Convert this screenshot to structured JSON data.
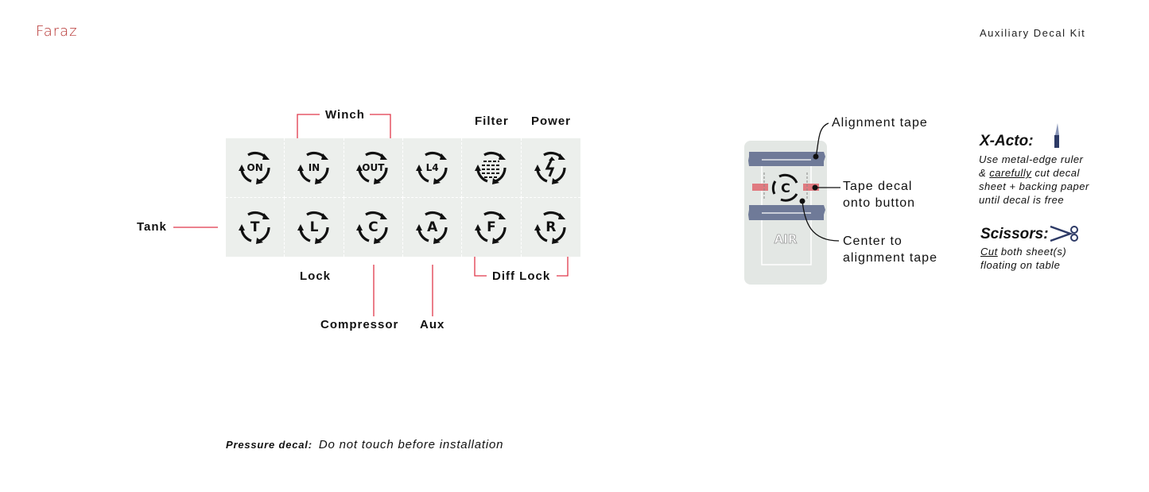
{
  "header": {
    "brand": "Faraz",
    "title": "Auxiliary Decal Kit"
  },
  "decals": [
    {
      "label": "ON"
    },
    {
      "label": "IN"
    },
    {
      "label": "OUT"
    },
    {
      "label": "L4"
    },
    {
      "label": "",
      "icon": "filter-icon"
    },
    {
      "label": "",
      "icon": "power-icon"
    },
    {
      "label": "T"
    },
    {
      "label": "L"
    },
    {
      "label": "C"
    },
    {
      "label": "A"
    },
    {
      "label": "F"
    },
    {
      "label": "R"
    }
  ],
  "callouts": {
    "winch": "Winch",
    "filter": "Filter",
    "power": "Power",
    "tank": "Tank",
    "lock": "Lock",
    "compressor": "Compressor",
    "aux": "Aux",
    "diff_lock": "Diff Lock"
  },
  "install": {
    "alignment_tape": "Alignment tape",
    "tape_decal_1": "Tape  decal",
    "tape_decal_2": "onto button",
    "center_1": "Center to",
    "center_2": "alignment tape",
    "button_label": "AIR",
    "decal_letter": "C"
  },
  "tools": {
    "xacto_title": "X-Acto:",
    "xacto_lines": [
      "Use metal-edge ruler",
      "carefully",
      "cut decal",
      "sheet + backing paper",
      "until  decal  is  free"
    ],
    "xacto_amp": "&",
    "scissors_title": "Scissors:",
    "scissors_cut": "Cut",
    "scissors_line1_rest": " both sheet(s)",
    "scissors_line2": "floating on table"
  },
  "note": {
    "label": "Pressure decal:",
    "text": "Do not touch before installation"
  },
  "colors": {
    "accent": "#e0384a",
    "tape": "#6f7a98",
    "panel": "#ecefec"
  }
}
